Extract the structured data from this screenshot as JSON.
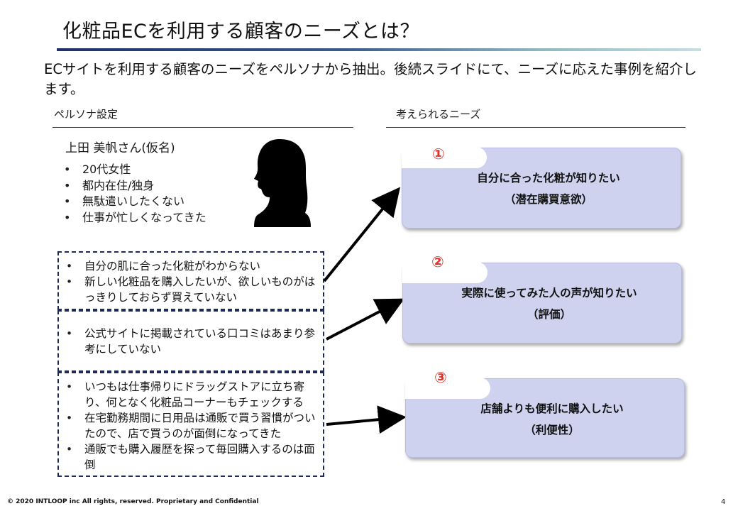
{
  "slide": {
    "title": "化粧品ECを利用する顧客のニーズとは？",
    "intro": "ECサイトを利用する顧客のニーズをペルソナから抽出。後続スライドにて、ニーズに応えた事例を紹介します。"
  },
  "persona": {
    "section_label": "ペルソナ設定",
    "name": "上田 美帆さん(仮名)",
    "traits": [
      "20代女性",
      "都内在住/独身",
      "無駄遣いしたくない",
      "仕事が忙しくなってきた"
    ],
    "avatar_icon": "woman-silhouette-icon"
  },
  "pain_points": [
    {
      "items": [
        "自分の肌に合った化粧がわからない",
        "新しい化粧品を購入したいが、欲しいものがはっきりしておらず買えていない"
      ]
    },
    {
      "items": [
        "公式サイトに掲載されている口コミはあまり参考にしていない"
      ]
    },
    {
      "items": [
        "いつもは仕事帰りにドラッグストアに立ち寄り、何となく化粧品コーナーもチェックする",
        "在宅勤務期間に日用品は通販で買う習慣がついたので、店で買うのが面倒になってきた",
        "通販でも購入履歴を探って毎回購入するのは面倒"
      ]
    }
  ],
  "needs": {
    "section_label": "考えられるニーズ",
    "cards": [
      {
        "number": "①",
        "line1": "自分に合った化粧が知りたい",
        "line2": "（潜在購買意欲）"
      },
      {
        "number": "②",
        "line1": "実際に使ってみた人の声が知りたい",
        "line2": "（評価）"
      },
      {
        "number": "③",
        "line1": "店舗よりも便利に購入したい",
        "line2": "（利便性）"
      }
    ]
  },
  "footer": {
    "copyright": "© 2020 INTLOOP inc All rights, reserved.   Proprietary and Confidential",
    "page_number": "4"
  },
  "colors": {
    "card_fill": "#cfd2ef",
    "number_red": "#d8362e",
    "dash_border": "#1f2a5c",
    "title_rule_start": "#1f2f6b",
    "title_rule_end": "#c7dfe2"
  }
}
